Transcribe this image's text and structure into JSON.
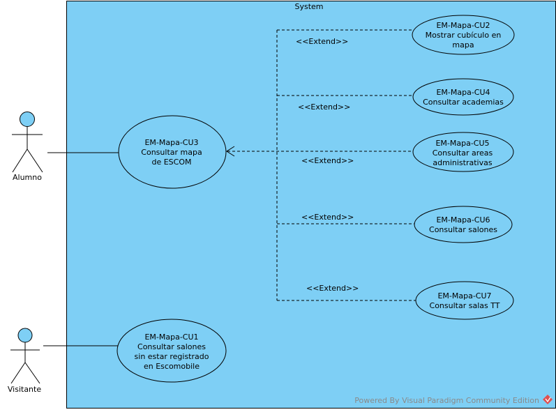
{
  "system": {
    "title": "System"
  },
  "actors": {
    "alumno": {
      "label": "Alumno"
    },
    "visitante": {
      "label": "Visitante"
    }
  },
  "use_cases": {
    "cu3": {
      "lines": [
        "EM-Mapa-CU3",
        "Consultar mapa",
        "de ESCOM"
      ]
    },
    "cu2": {
      "lines": [
        "EM-Mapa-CU2",
        "Mostrar cubículo en",
        "mapa"
      ]
    },
    "cu4": {
      "lines": [
        "EM-Mapa-CU4",
        "Consultar academias"
      ]
    },
    "cu5": {
      "lines": [
        "EM-Mapa-CU5",
        "Consultar areas",
        "administrativas"
      ]
    },
    "cu6": {
      "lines": [
        "EM-Mapa-CU6",
        "Consultar salones"
      ]
    },
    "cu7": {
      "lines": [
        "EM-Mapa-CU7",
        "Consultar salas TT"
      ]
    },
    "cu1": {
      "lines": [
        "EM-Mapa-CU1",
        "Consultar salones",
        "sin estar registrado",
        "en Escomobile"
      ]
    }
  },
  "extend_labels": {
    "cu2": "<<Extend>>",
    "cu4": "<<Extend>>",
    "cu5": "<<Extend>>",
    "cu6": "<<Extend>>",
    "cu7": "<<Extend>>"
  },
  "watermark": "Powered By Visual Paradigm Community Edition",
  "colors": {
    "system_fill": "#7ecff5",
    "usecase_fill": "#7ecff5",
    "actor_head": "#7ecff5",
    "stroke": "#000000",
    "watermark": "#8a8a8a",
    "logo": "#e05050"
  }
}
